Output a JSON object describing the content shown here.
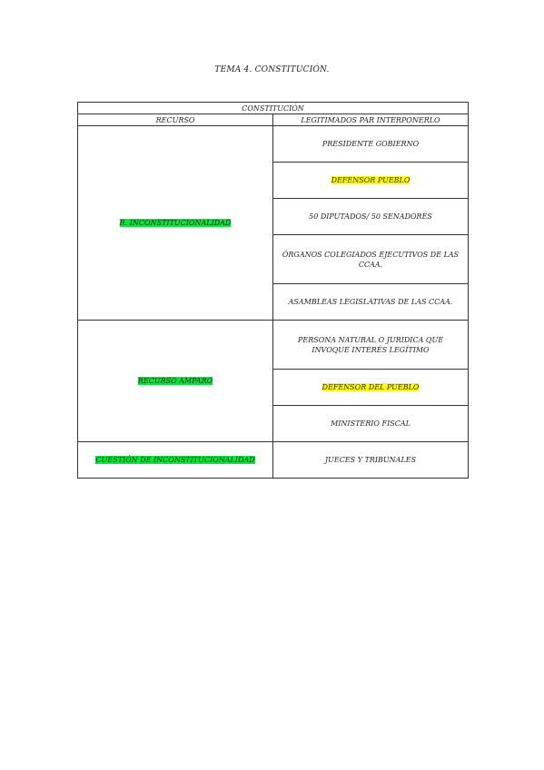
{
  "page_title": "TEMA 4. CONSTITUCIÓN.",
  "table": {
    "caption": "CONSTITUCIÓN",
    "headers": [
      "RECURSO",
      "LEGITIMADOS PAR INTERPONERLO"
    ],
    "groups": [
      {
        "recurso": "R. INCONSTITUCIONALIDAD",
        "legitimados": [
          "PRESIDENTE GOBIERNO",
          "DEFENSOR PUEBLO",
          "50 DIPUTADOS/ 50 SENADORES",
          "ÓRGANOS COLEGIADOS EJECUTIVOS DE LAS CCAA.",
          "ASAMBLEAS LEGISLATIVAS DE LAS CCAA."
        ]
      },
      {
        "recurso": "RECURSO AMPARO",
        "legitimados": [
          "PERSONA NATURAL O JURIDICA QUE INVOQUE INTERÉS LEGÍTIMO",
          "DEFENSOR DEL PUEBLO",
          "MINISTERIO FISCAL"
        ]
      },
      {
        "recurso": "CUESTIÓN DE INCONSTITUCIONALIDAD",
        "legitimados": [
          "JUECES Y TRIBUNALES"
        ]
      }
    ]
  },
  "highlight_colors": {
    "green": "#00e83a",
    "yellow": "#ffff00"
  }
}
